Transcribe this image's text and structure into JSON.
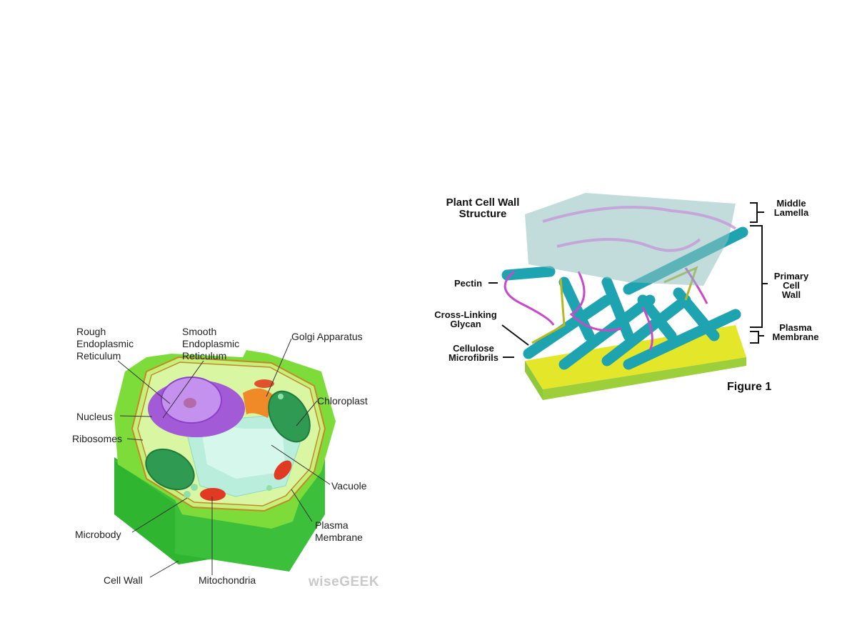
{
  "plant_cell_diagram": {
    "labels": {
      "rough_er": "Rough\nEndoplasmic\nReticulum",
      "smooth_er": "Smooth\nEndoplasmic\nReticulum",
      "golgi": "Golgi Apparatus",
      "nucleus": "Nucleus",
      "ribosomes": "Ribosomes",
      "chloroplast": "Chloroplast",
      "vacuole": "Vacuole",
      "plasma_membrane": "Plasma\nMembrane",
      "microbody": "Microbody",
      "cell_wall": "Cell Wall",
      "mitochondria": "Mitochondria"
    },
    "watermark": "wiseGEEK"
  },
  "cell_wall_diagram": {
    "title": "Plant Cell Wall\nStructure",
    "labels": {
      "middle_lamella": "Middle\nLamella",
      "primary_cell_wall": "Primary\nCell\nWall",
      "plasma_membrane": "Plasma\nMembrane",
      "pectin": "Pectin",
      "cross_linking_glycan": "Cross-Linking\nGlycan",
      "cellulose_microfibrils": "Cellulose\nMicrofibrils"
    },
    "figure_label": "Figure 1"
  }
}
